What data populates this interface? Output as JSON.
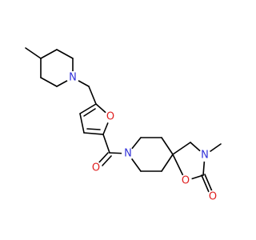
{
  "colors": {
    "background": "#ffffff",
    "carbon_bond": "#000000",
    "nitrogen": "#3030d8",
    "oxygen": "#e02020"
  },
  "atoms": {
    "n_piperidine": "N",
    "o_furan": "O",
    "o_carbonyl_amide": "O",
    "n_spiro_piperidine": "N",
    "n_oxazolidinone": "N",
    "o_ring_oxazolidinone": "O",
    "o_carbonyl_oxazolidinone": "O"
  }
}
